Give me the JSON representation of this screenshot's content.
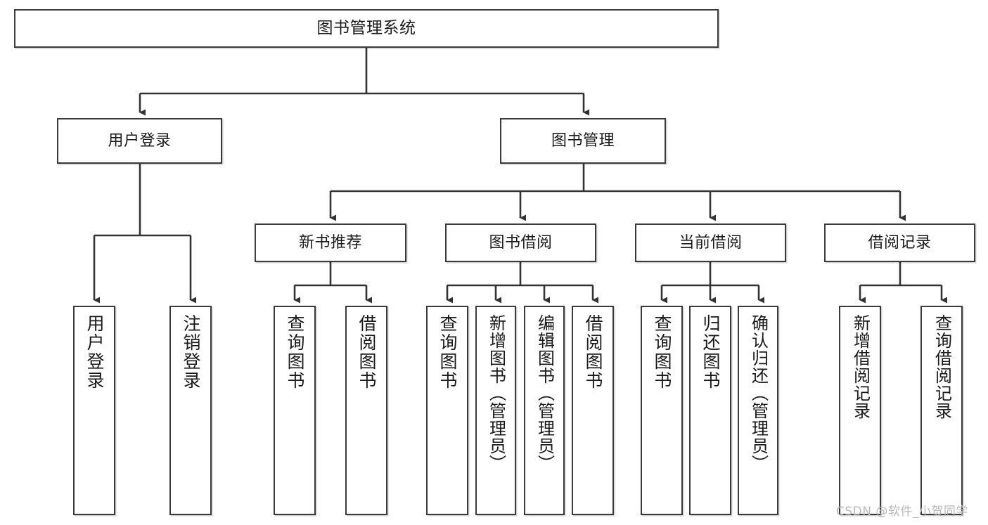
{
  "diagram": {
    "type": "tree-hierarchy-chart",
    "title": "图书管理系统",
    "orientation": "top-down",
    "colors": {
      "box_stroke": "#3b3b3b",
      "box_fill": "#ffffff",
      "connector": "#333333",
      "text": "#1a1a1a",
      "watermark": "#b9b9b9"
    },
    "root": {
      "label": "图书管理系统"
    },
    "level2": [
      {
        "label": "用户登录"
      },
      {
        "label": "图书管理"
      }
    ],
    "level3": [
      {
        "label": "新书推荐"
      },
      {
        "label": "图书借阅"
      },
      {
        "label": "当前借阅"
      },
      {
        "label": "借阅记录"
      }
    ],
    "leaves": {
      "user_login": [
        {
          "label": "用户登录"
        },
        {
          "label": "注销登录"
        }
      ],
      "new_book_recommend": [
        {
          "label": "查询图书"
        },
        {
          "label": "借阅图书"
        }
      ],
      "book_borrow": [
        {
          "label": "查询图书"
        },
        {
          "label": "新增图书（管理员）"
        },
        {
          "label": "编辑图书（管理员）"
        },
        {
          "label": "借阅图书"
        }
      ],
      "current_borrow": [
        {
          "label": "查询图书"
        },
        {
          "label": "归还图书"
        },
        {
          "label": "确认归还（管理员）"
        }
      ],
      "borrow_record": [
        {
          "label": "新增借阅记录"
        },
        {
          "label": "查询借阅记录"
        }
      ]
    }
  },
  "watermark": {
    "text": "CSDN @软件_小贺同学"
  }
}
